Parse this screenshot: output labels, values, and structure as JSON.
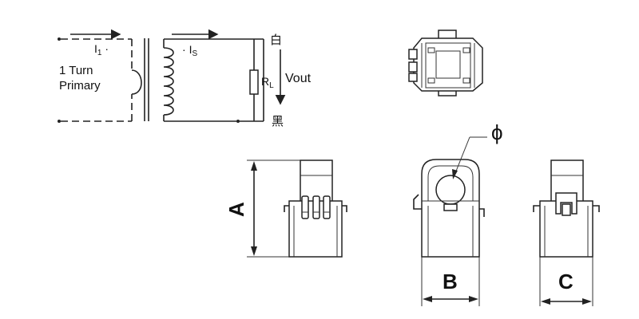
{
  "schematic": {
    "primary_current": "I",
    "primary_current_sub": "1",
    "primary_label_line1": "1 Turn",
    "primary_label_line2": "Primary",
    "secondary_current": "I",
    "secondary_current_sub": "S",
    "load_resistor": "R",
    "load_resistor_sub": "L",
    "output_label": "Vout",
    "terminal_top": "白",
    "terminal_bottom": "黑"
  },
  "dimensions": {
    "height_label": "A",
    "width_label": "B",
    "depth_label": "C",
    "diameter_symbol": "ϕ"
  },
  "colors": {
    "line": "#222222",
    "background": "#ffffff"
  }
}
